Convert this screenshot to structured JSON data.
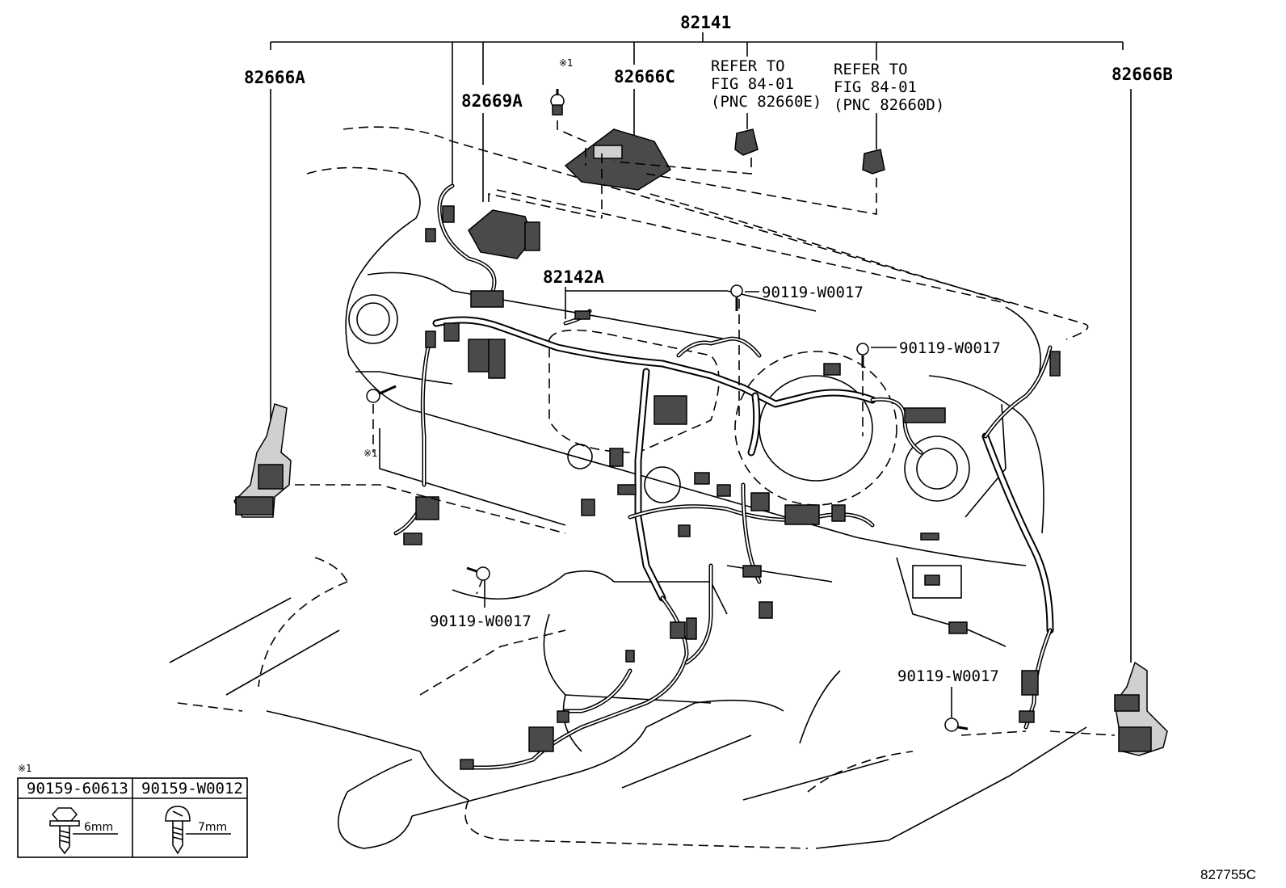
{
  "labels": {
    "main_harness": "82141",
    "bracket_a": "82666A",
    "bracket_b": "82666B",
    "bracket_c": "82666C",
    "relay_block": "82669A",
    "sub_harness": "82142A",
    "figure_id": "827755C"
  },
  "refer_e": {
    "line1": "REFER TO",
    "line2": "FIG 84-01",
    "line3": "(PNC 82660E)"
  },
  "refer_d": {
    "line1": "REFER TO",
    "line2": "FIG 84-01",
    "line3": "(PNC 82660D)"
  },
  "bolts": {
    "b1": "90119-W0017",
    "b2": "90119-W0017",
    "b3": "90119-W0017",
    "b4": "90119-W0017"
  },
  "note_mark": "※1",
  "note_table": {
    "mark": "※1",
    "col1_part": "90159-60613",
    "col1_size": "6mm",
    "col2_part": "90159-W0012",
    "col2_size": "7mm"
  }
}
